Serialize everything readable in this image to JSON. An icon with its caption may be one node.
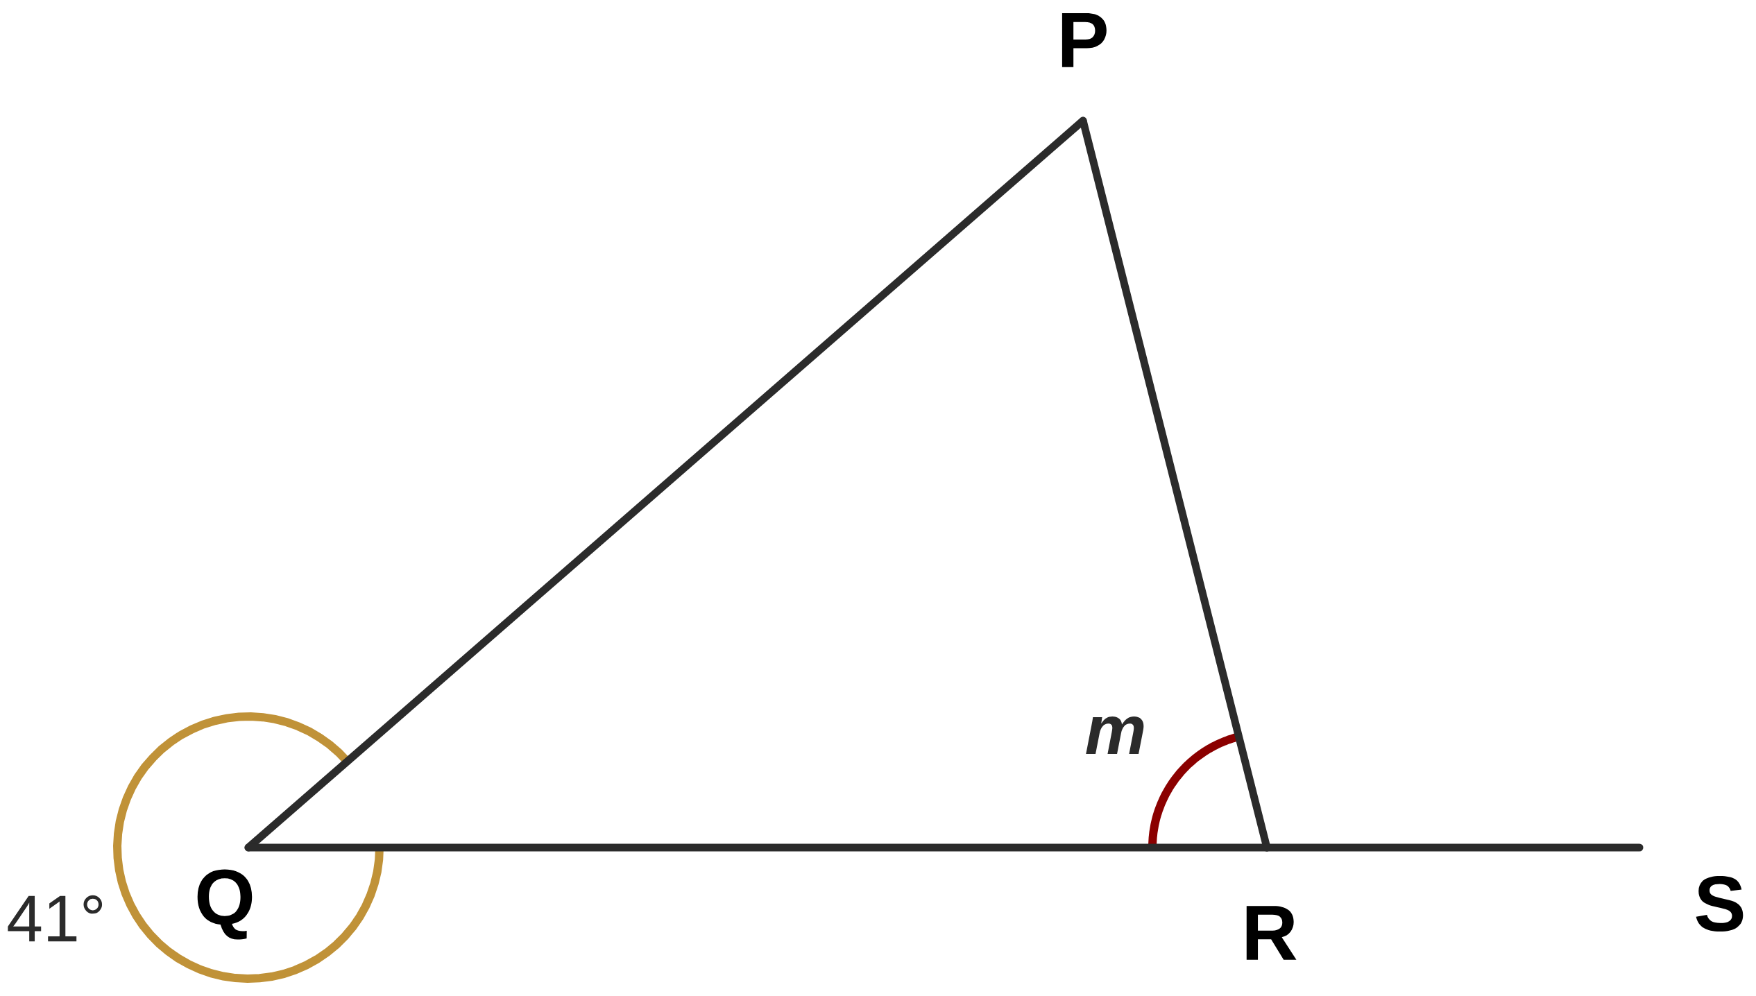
{
  "diagram": {
    "nodes": [
      {
        "text": [
          "P"
        ]
      },
      {
        "text": [
          "Q"
        ]
      },
      {
        "text": [
          "R"
        ]
      },
      {
        "text": [
          "S"
        ]
      }
    ],
    "edges": [
      {
        "from": 1,
        "to": 0,
        "arrow": "none"
      },
      {
        "from": 0,
        "to": 2,
        "arrow": "none"
      },
      {
        "from": 1,
        "to": 2,
        "arrow": "none"
      },
      {
        "from": 2,
        "to": 3,
        "arrow": "none"
      }
    ],
    "labels": [
      "m",
      "41°"
    ]
  }
}
